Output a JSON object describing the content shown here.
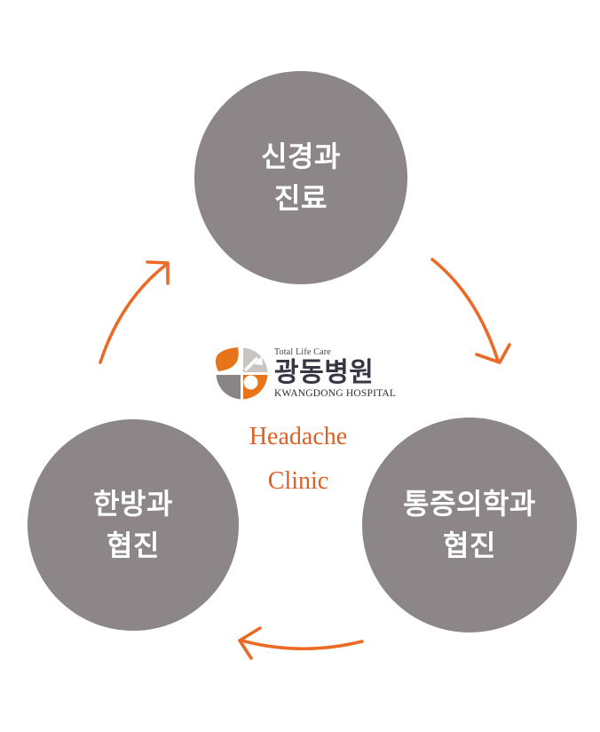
{
  "diagram": {
    "title_lines": {
      "line1": "Headache",
      "line2": "Clinic"
    },
    "nodes": [
      {
        "id": "neurology",
        "lines": {
          "0": "신경과",
          "1": "진료"
        }
      },
      {
        "id": "korean-medicine",
        "lines": {
          "0": "한방과",
          "1": "협진"
        }
      },
      {
        "id": "pain-medicine",
        "lines": {
          "0": "통증의학과",
          "1": "협진"
        }
      }
    ]
  },
  "logo": {
    "tagline": "Total Life Care",
    "name_korean": "광동병원",
    "name_english": "KWANGDONG HOSPITAL",
    "icon": "kwangdong-logo-icon"
  },
  "colors": {
    "node_gray": "#8C8689",
    "arrow_orange": "#EA6A26",
    "title_orange": "#DB6029",
    "logo_orange": "#E87419",
    "logo_light_gray": "#C9C5C2",
    "logo_mid_gray": "#8A8486",
    "logo_text_dark": "#3A3542"
  }
}
